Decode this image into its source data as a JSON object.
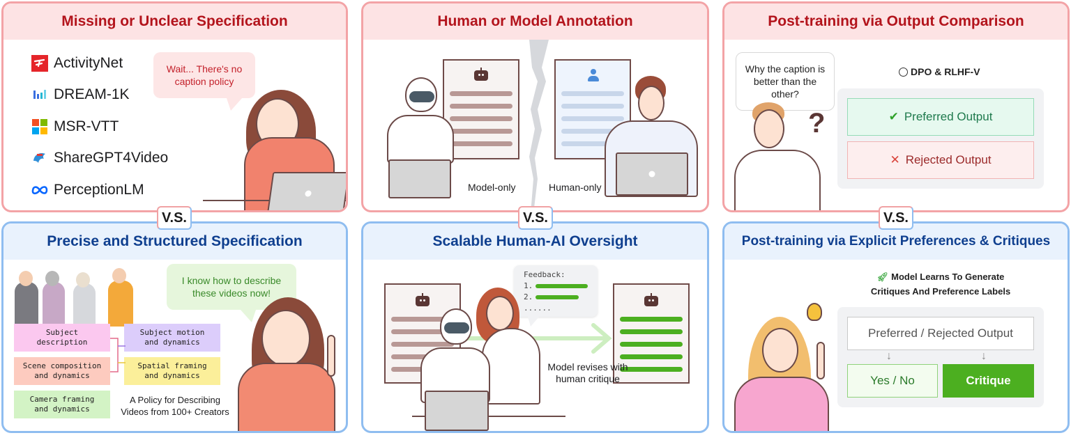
{
  "colors": {
    "red_border": "#f3a3a6",
    "red_header_bg": "#fde3e4",
    "red_title": "#b3141c",
    "blue_border": "#8fbdf0",
    "blue_header_bg": "#e9f2fd",
    "blue_title": "#0f3f8f",
    "green_accent": "#4caf20",
    "preferred_bg": "#e6f9ef",
    "rejected_bg": "#fdeeee"
  },
  "vs_label": "V.S.",
  "top_row": [
    {
      "title": "Missing or Unclear Specification",
      "datasets": [
        {
          "name": "ActivityNet",
          "icon": "activitynet-icon"
        },
        {
          "name": "DREAM-1K",
          "icon": "dream-bars-icon"
        },
        {
          "name": "MSR-VTT",
          "icon": "microsoft-logo-icon"
        },
        {
          "name": "ShareGPT4Video",
          "icon": "sharegpt4video-dolphin-icon"
        },
        {
          "name": "PerceptionLM",
          "icon": "meta-infinity-icon"
        }
      ],
      "bubble": "Wait... There's no caption policy"
    },
    {
      "title": "Human or Model Annotation",
      "left_label": "Model-only",
      "right_label": "Human-only"
    },
    {
      "title": "Post-training via Output Comparison",
      "bubble": "Why the caption is better than the other?",
      "method_icon": "neutral-face-icon",
      "method": "DPO & RLHF-V",
      "preferred": "Preferred Output",
      "preferred_icon": "✔",
      "rejected": "Rejected Output",
      "rejected_icon": "✕",
      "question_mark": "?"
    }
  ],
  "bottom_row": [
    {
      "title": "Precise and Structured Specification",
      "bubble": "I know how to describe these videos now!",
      "tags": [
        {
          "text": "Subject description",
          "bg": "#fbc8ef"
        },
        {
          "text": "Subject motion and dynamics",
          "bg": "#dccdfb"
        },
        {
          "text": "Scene composition and dynamics",
          "bg": "#fdcbbf"
        },
        {
          "text": "Spatial framing and dynamics",
          "bg": "#fbef9a"
        },
        {
          "text": "Camera framing and dynamics",
          "bg": "#d3f3c5"
        }
      ],
      "caption": "A Policy for Describing Videos from 100+ Creators"
    },
    {
      "title": "Scalable Human-AI Oversight",
      "feedback_title": "Feedback:",
      "feedback_items": [
        "1.",
        "2."
      ],
      "feedback_more": "......",
      "caption": "Model revises with human critique"
    },
    {
      "title": "Post-training via Explicit Preferences & Critiques",
      "heading_icon": "rocket-icon",
      "heading_line1": "Model Learns To Generate",
      "heading_line2": "Critiques And Preference Labels",
      "source_box": "Preferred / Rejected Output",
      "arrow": "↓",
      "yes_no": "Yes / No",
      "critique": "Critique"
    }
  ]
}
